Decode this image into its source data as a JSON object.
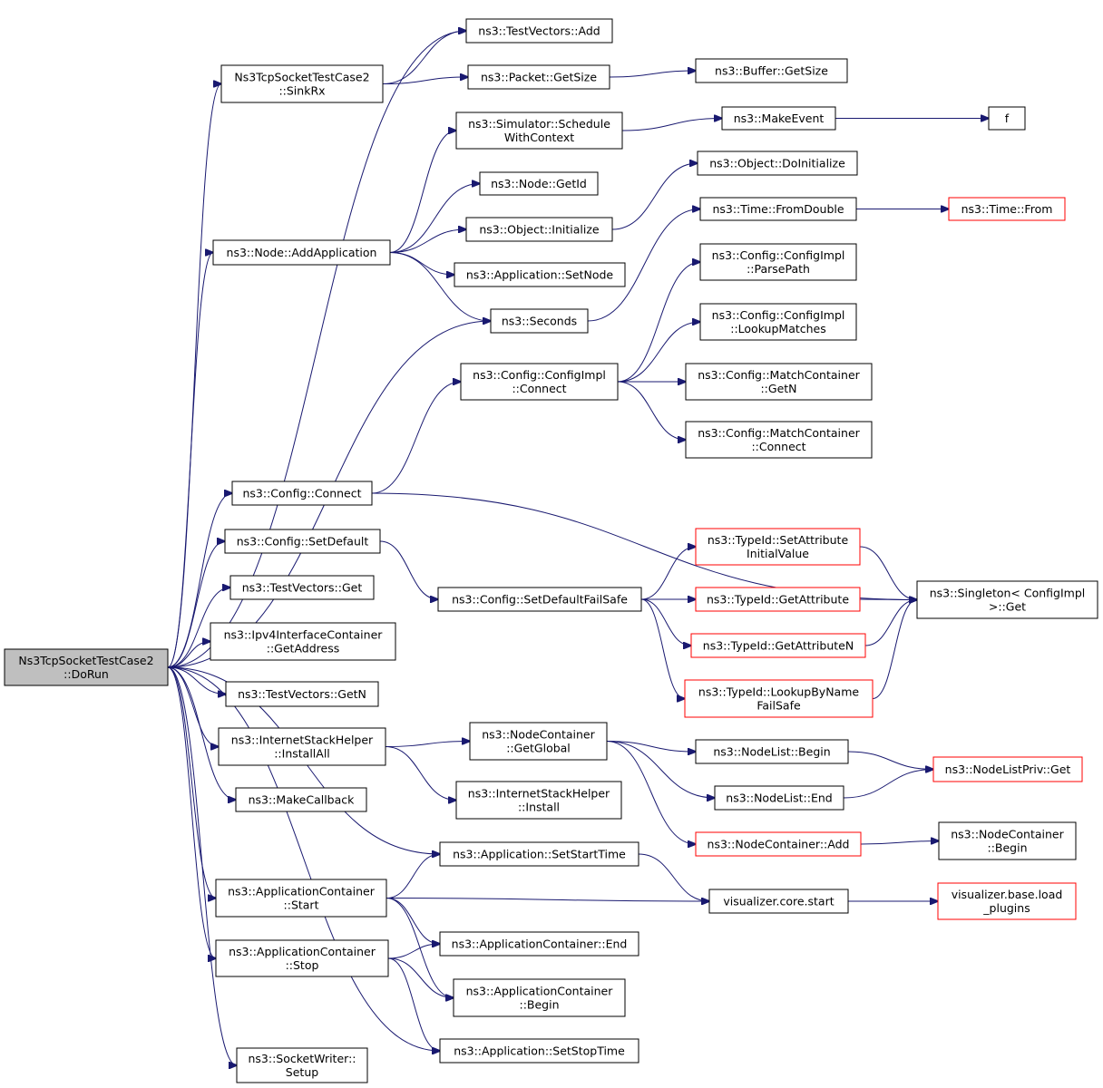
{
  "nodes": [
    {
      "id": "dorun",
      "lines": [
        "Ns3TcpSocketTestCase2",
        "::DoRun"
      ],
      "root": true
    },
    {
      "id": "tv_add",
      "lines": [
        "ns3::TestVectors::Add"
      ]
    },
    {
      "id": "sinkrx",
      "lines": [
        "Ns3TcpSocketTestCase2",
        "::SinkRx"
      ]
    },
    {
      "id": "pkt_size",
      "lines": [
        "ns3::Packet::GetSize"
      ]
    },
    {
      "id": "buf_size",
      "lines": [
        "ns3::Buffer::GetSize"
      ]
    },
    {
      "id": "sched",
      "lines": [
        "ns3::Simulator::Schedule",
        "WithContext"
      ]
    },
    {
      "id": "makeevent",
      "lines": [
        "ns3::MakeEvent"
      ]
    },
    {
      "id": "f",
      "lines": [
        "f"
      ]
    },
    {
      "id": "obj_doinit",
      "lines": [
        "ns3::Object::DoInitialize"
      ]
    },
    {
      "id": "node_getid",
      "lines": [
        "ns3::Node::GetId"
      ]
    },
    {
      "id": "time_fromdouble",
      "lines": [
        "ns3::Time::FromDouble"
      ]
    },
    {
      "id": "time_from",
      "lines": [
        "ns3::Time::From"
      ],
      "red": true
    },
    {
      "id": "obj_init",
      "lines": [
        "ns3::Object::Initialize"
      ]
    },
    {
      "id": "node_addapp",
      "lines": [
        "ns3::Node::AddApplication"
      ]
    },
    {
      "id": "cfg_parse",
      "lines": [
        "ns3::Config::ConfigImpl",
        "::ParsePath"
      ]
    },
    {
      "id": "app_setnode",
      "lines": [
        "ns3::Application::SetNode"
      ]
    },
    {
      "id": "cfg_lookup",
      "lines": [
        "ns3::Config::ConfigImpl",
        "::LookupMatches"
      ]
    },
    {
      "id": "seconds",
      "lines": [
        "ns3::Seconds"
      ]
    },
    {
      "id": "cfgimpl_connect",
      "lines": [
        "ns3::Config::ConfigImpl",
        "::Connect"
      ]
    },
    {
      "id": "mc_getn",
      "lines": [
        "ns3::Config::MatchContainer",
        "::GetN"
      ]
    },
    {
      "id": "mc_connect",
      "lines": [
        "ns3::Config::MatchContainer",
        "::Connect"
      ]
    },
    {
      "id": "cfg_connect",
      "lines": [
        "ns3::Config::Connect"
      ]
    },
    {
      "id": "tid_setattr",
      "lines": [
        "ns3::TypeId::SetAttribute",
        "InitialValue"
      ],
      "red": true
    },
    {
      "id": "cfg_setdefault",
      "lines": [
        "ns3::Config::SetDefault"
      ]
    },
    {
      "id": "singleton_get",
      "lines": [
        "ns3::Singleton< ConfigImpl",
        "  >::Get"
      ]
    },
    {
      "id": "tv_get",
      "lines": [
        "ns3::TestVectors::Get"
      ]
    },
    {
      "id": "cfg_setdefaultfs",
      "lines": [
        "ns3::Config::SetDefaultFailSafe"
      ]
    },
    {
      "id": "tid_getattr",
      "lines": [
        "ns3::TypeId::GetAttribute"
      ],
      "red": true
    },
    {
      "id": "ipv4_getaddr",
      "lines": [
        "ns3::Ipv4InterfaceContainer",
        "::GetAddress"
      ]
    },
    {
      "id": "tid_getattrn",
      "lines": [
        "ns3::TypeId::GetAttributeN"
      ],
      "red": true
    },
    {
      "id": "tid_lookup",
      "lines": [
        "ns3::TypeId::LookupByName",
        "FailSafe"
      ],
      "red": true
    },
    {
      "id": "tv_getn",
      "lines": [
        "ns3::TestVectors::GetN"
      ]
    },
    {
      "id": "nc_getglobal",
      "lines": [
        "ns3::NodeContainer",
        "::GetGlobal"
      ]
    },
    {
      "id": "ish_installall",
      "lines": [
        "ns3::InternetStackHelper",
        "::InstallAll"
      ]
    },
    {
      "id": "nl_begin",
      "lines": [
        "ns3::NodeList::Begin"
      ]
    },
    {
      "id": "nlpriv_get",
      "lines": [
        "ns3::NodeListPriv::Get"
      ],
      "red": true
    },
    {
      "id": "ish_install",
      "lines": [
        "ns3::InternetStackHelper",
        "::Install"
      ]
    },
    {
      "id": "nl_end",
      "lines": [
        "ns3::NodeList::End"
      ]
    },
    {
      "id": "makecallback",
      "lines": [
        "ns3::MakeCallback"
      ]
    },
    {
      "id": "nc_add",
      "lines": [
        "ns3::NodeContainer::Add"
      ],
      "red": true
    },
    {
      "id": "nc_begin",
      "lines": [
        "ns3::NodeContainer",
        "::Begin"
      ]
    },
    {
      "id": "app_setstart",
      "lines": [
        "ns3::Application::SetStartTime"
      ]
    },
    {
      "id": "ac_start",
      "lines": [
        "ns3::ApplicationContainer",
        "::Start"
      ]
    },
    {
      "id": "viz_start",
      "lines": [
        "visualizer.core.start"
      ]
    },
    {
      "id": "viz_load",
      "lines": [
        "visualizer.base.load",
        "_plugins"
      ],
      "red": true
    },
    {
      "id": "ac_end",
      "lines": [
        "ns3::ApplicationContainer::End"
      ]
    },
    {
      "id": "ac_stop",
      "lines": [
        "ns3::ApplicationContainer",
        "::Stop"
      ]
    },
    {
      "id": "ac_begin",
      "lines": [
        "ns3::ApplicationContainer",
        "::Begin"
      ]
    },
    {
      "id": "app_setstop",
      "lines": [
        "ns3::Application::SetStopTime"
      ]
    },
    {
      "id": "sw_setup",
      "lines": [
        "ns3::SocketWriter::",
        "Setup"
      ]
    }
  ],
  "edges": [
    [
      "dorun",
      "tv_add"
    ],
    [
      "dorun",
      "sinkrx"
    ],
    [
      "dorun",
      "node_addapp"
    ],
    [
      "dorun",
      "seconds"
    ],
    [
      "dorun",
      "cfg_connect"
    ],
    [
      "dorun",
      "cfg_setdefault"
    ],
    [
      "dorun",
      "tv_get"
    ],
    [
      "dorun",
      "ipv4_getaddr"
    ],
    [
      "dorun",
      "tv_getn"
    ],
    [
      "dorun",
      "ish_installall"
    ],
    [
      "dorun",
      "makecallback"
    ],
    [
      "dorun",
      "app_setstart"
    ],
    [
      "dorun",
      "ac_start"
    ],
    [
      "dorun",
      "ac_stop"
    ],
    [
      "dorun",
      "app_setstop"
    ],
    [
      "dorun",
      "sw_setup"
    ],
    [
      "sinkrx",
      "tv_add"
    ],
    [
      "sinkrx",
      "pkt_size"
    ],
    [
      "pkt_size",
      "buf_size"
    ],
    [
      "sched",
      "makeevent"
    ],
    [
      "makeevent",
      "f"
    ],
    [
      "node_addapp",
      "sched"
    ],
    [
      "node_addapp",
      "node_getid"
    ],
    [
      "node_addapp",
      "obj_init"
    ],
    [
      "node_addapp",
      "app_setnode"
    ],
    [
      "node_addapp",
      "seconds"
    ],
    [
      "obj_init",
      "obj_doinit"
    ],
    [
      "seconds",
      "time_fromdouble"
    ],
    [
      "time_fromdouble",
      "time_from"
    ],
    [
      "cfgimpl_connect",
      "cfg_parse"
    ],
    [
      "cfgimpl_connect",
      "cfg_lookup"
    ],
    [
      "cfgimpl_connect",
      "mc_getn"
    ],
    [
      "cfgimpl_connect",
      "mc_connect"
    ],
    [
      "cfg_connect",
      "cfgimpl_connect"
    ],
    [
      "cfg_connect",
      "singleton_get"
    ],
    [
      "cfg_setdefault",
      "cfg_setdefaultfs"
    ],
    [
      "cfg_setdefaultfs",
      "tid_setattr"
    ],
    [
      "cfg_setdefaultfs",
      "tid_getattr"
    ],
    [
      "cfg_setdefaultfs",
      "tid_getattrn"
    ],
    [
      "cfg_setdefaultfs",
      "tid_lookup"
    ],
    [
      "tid_setattr",
      "singleton_get"
    ],
    [
      "tid_getattr",
      "singleton_get"
    ],
    [
      "tid_getattrn",
      "singleton_get"
    ],
    [
      "tid_lookup",
      "singleton_get"
    ],
    [
      "ish_installall",
      "nc_getglobal"
    ],
    [
      "ish_installall",
      "ish_install"
    ],
    [
      "nc_getglobal",
      "nl_begin"
    ],
    [
      "nc_getglobal",
      "nl_end"
    ],
    [
      "nc_getglobal",
      "nc_add"
    ],
    [
      "nl_begin",
      "nlpriv_get"
    ],
    [
      "nl_end",
      "nlpriv_get"
    ],
    [
      "nc_add",
      "nc_begin"
    ],
    [
      "ac_start",
      "app_setstart"
    ],
    [
      "ac_start",
      "viz_start"
    ],
    [
      "ac_start",
      "ac_end"
    ],
    [
      "ac_start",
      "ac_begin"
    ],
    [
      "app_setstart",
      "viz_start"
    ],
    [
      "viz_start",
      "viz_load"
    ],
    [
      "ac_stop",
      "ac_end"
    ],
    [
      "ac_stop",
      "ac_begin"
    ],
    [
      "ac_stop",
      "app_setstop"
    ]
  ]
}
